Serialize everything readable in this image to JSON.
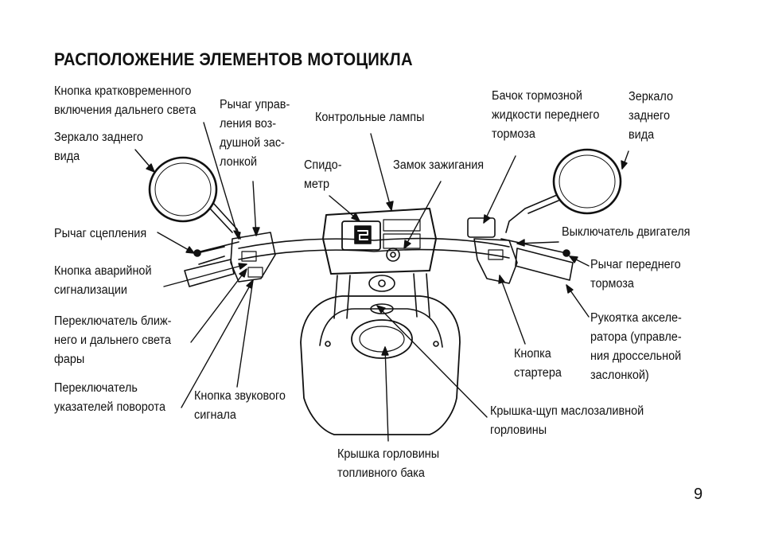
{
  "title": "РАСПОЛОЖЕНИЕ ЭЛЕМЕНТОВ МОТОЦИКЛА",
  "page_number": "9",
  "labels": {
    "high_beam_flash": [
      "Кнопка кратковременного",
      "включения дальнего света"
    ],
    "mirror_left": [
      "Зеркало заднего",
      "вида"
    ],
    "choke_lever": [
      "Рычаг управ-",
      "ления воз-",
      "душной зас-",
      "лонкой"
    ],
    "indicator_lamps": [
      "Контрольные лампы"
    ],
    "speedometer": [
      "Спидо-",
      "метр"
    ],
    "ignition_lock": [
      "Замок зажигания"
    ],
    "brake_fluid": [
      "Бачок тормозной",
      "жидкости переднего",
      "тормоза"
    ],
    "mirror_right": [
      "Зеркало",
      "заднего",
      "вида"
    ],
    "clutch_lever": [
      "Рычаг сцепления"
    ],
    "engine_switch": [
      "Выключатель двигателя"
    ],
    "hazard_button": [
      "Кнопка аварийной",
      "сигнализации"
    ],
    "front_brake_lever": [
      "Рычаг переднего",
      "тормоза"
    ],
    "beam_switch": [
      "Переключатель ближ-",
      "него и дальнего света",
      "фары"
    ],
    "throttle_grip": [
      "Рукоятка акселе-",
      "ратора (управле-",
      "ния дроссельной",
      "заслонкой)"
    ],
    "starter_button": [
      "Кнопка",
      "стартера"
    ],
    "turn_switch": [
      "Переключатель",
      "указателей поворота"
    ],
    "horn_button": [
      "Кнопка звукового",
      "сигнала"
    ],
    "oil_cap": [
      "Крышка-щуп маслозаливной",
      "горловины"
    ],
    "fuel_cap": [
      "Крышка горловины",
      "топливного бака"
    ]
  }
}
